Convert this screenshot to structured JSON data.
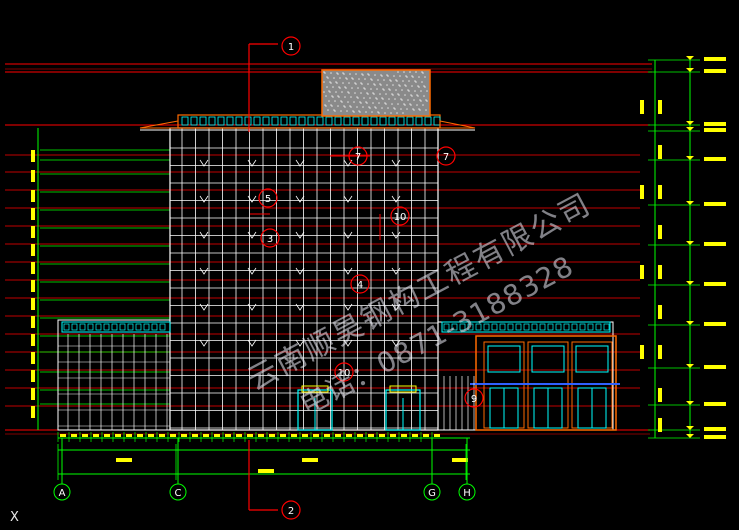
{
  "watermark": {
    "company": "云南顺昊钢构工程有限公司",
    "phone": "电话：0871-3188328"
  },
  "corner_mark": "X",
  "callouts_top": [
    "1"
  ],
  "callouts_bottom": [
    "2"
  ],
  "callouts_body": [
    "7",
    "7",
    "5",
    "3",
    "10",
    "4",
    "10",
    "9"
  ],
  "axes": [
    "A",
    "C",
    "G",
    "H"
  ],
  "colors": {
    "background": "#000000",
    "dim_line": "#00ff00",
    "leader": "#ff0000",
    "facade": "#ffffff",
    "cyan": "#00ffff",
    "yellow": "#ffff00",
    "orange": "#ff6a00",
    "blue": "#3060ff"
  }
}
